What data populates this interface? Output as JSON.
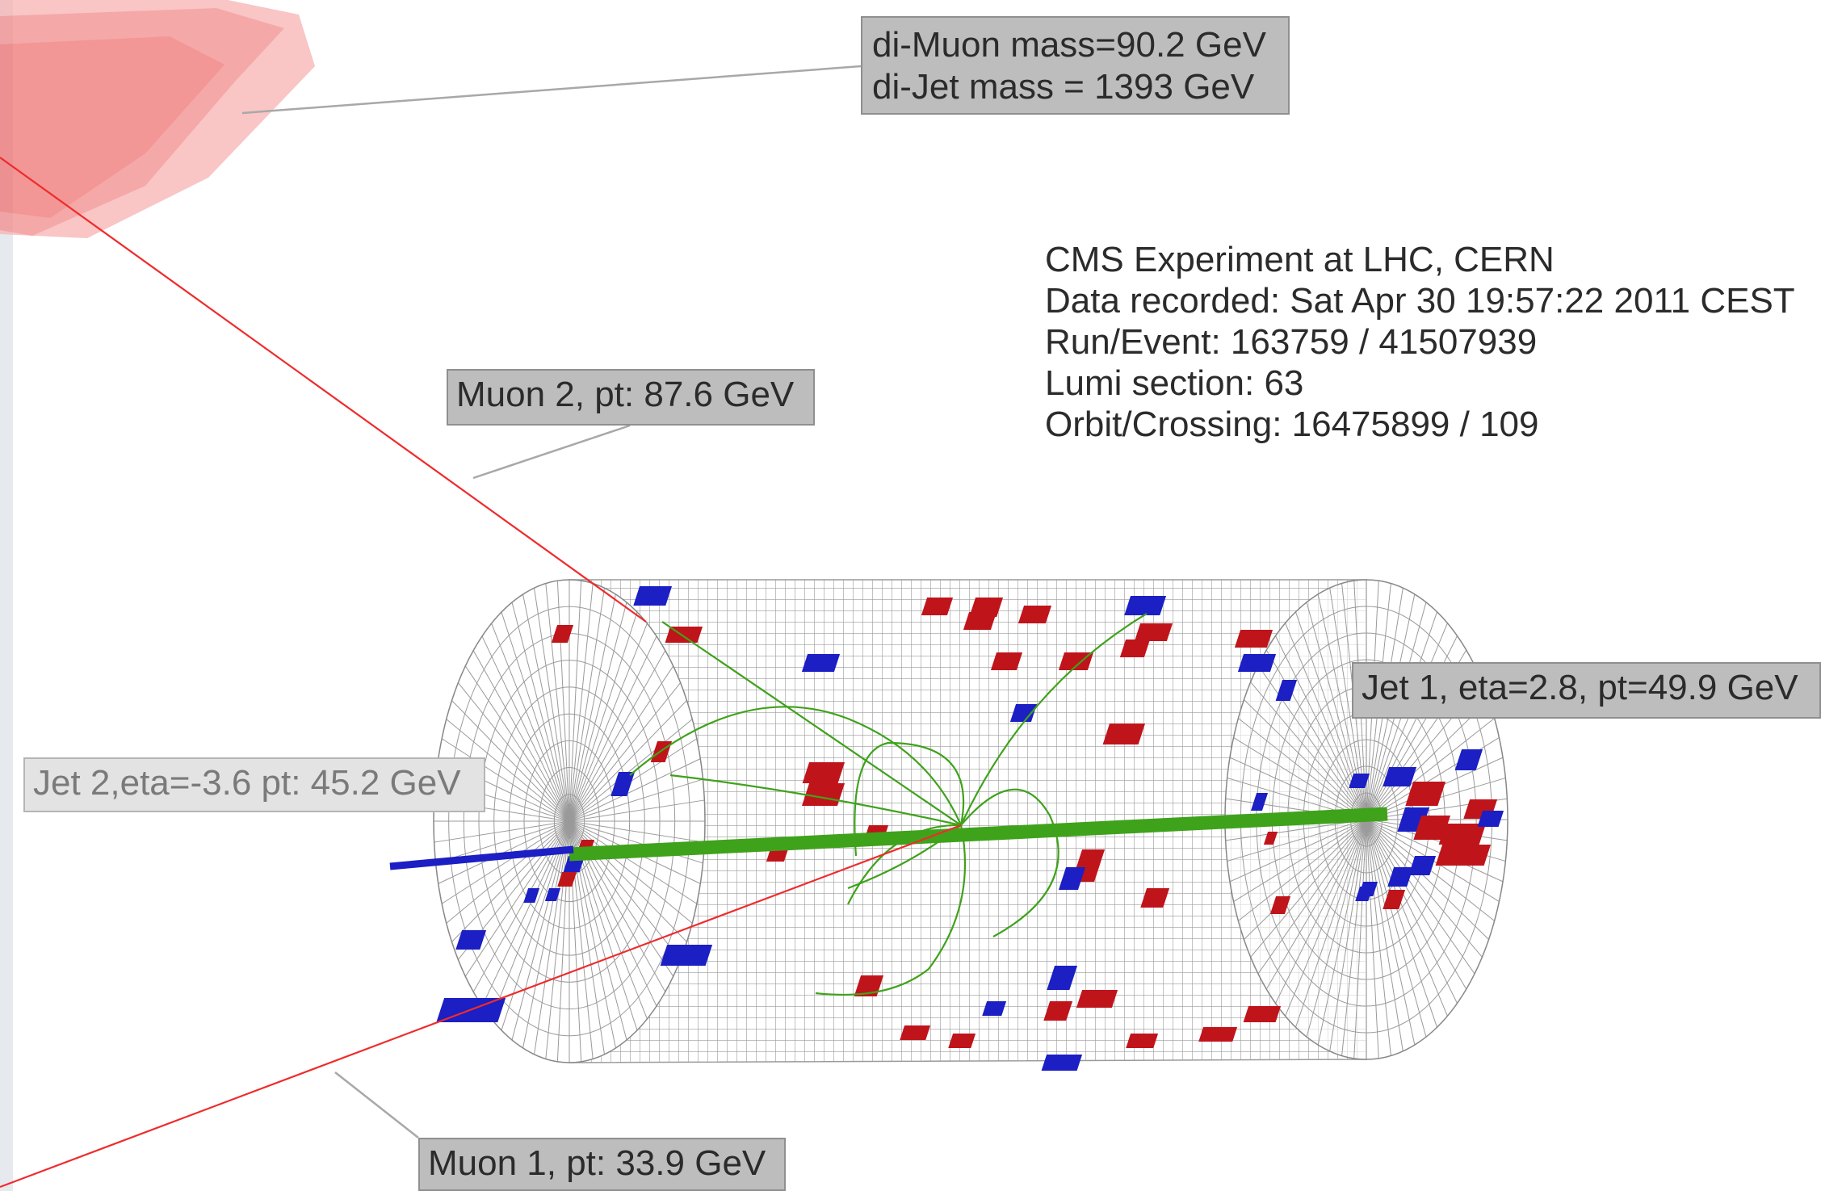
{
  "labels": {
    "dimuon_mass": "di-Muon mass=90.2 GeV",
    "dijet_mass": "di-Jet mass = 1393 GeV",
    "muon2": "Muon 2, pt: 87.6 GeV",
    "muon1": "Muon 1, pt: 33.9 GeV",
    "jet1": "Jet 1, eta=2.8, pt=49.9 GeV",
    "jet2": "Jet 2,eta=-3.6 pt: 45.2 GeV"
  },
  "event_info": {
    "experiment": "CMS Experiment at LHC, CERN",
    "data_recorded": "Data recorded: Sat Apr 30 19:57:22 2011 CEST",
    "run_event": "Run/Event: 163759 / 41507939",
    "lumi_section": "Lumi section: 63",
    "orbit_crossing": "Orbit/Crossing: 16475899 / 109"
  },
  "colors": {
    "background": "#ffffff",
    "detector_mesh": "#9a9a9a",
    "ecal_deposit": "#c0141b",
    "hcal_deposit": "#1b1fc4",
    "track": "#3fa21b",
    "muon_track": "#ef2b2b",
    "muon_chamber": "#f26a6a",
    "label_box": "#bdbdbd"
  }
}
